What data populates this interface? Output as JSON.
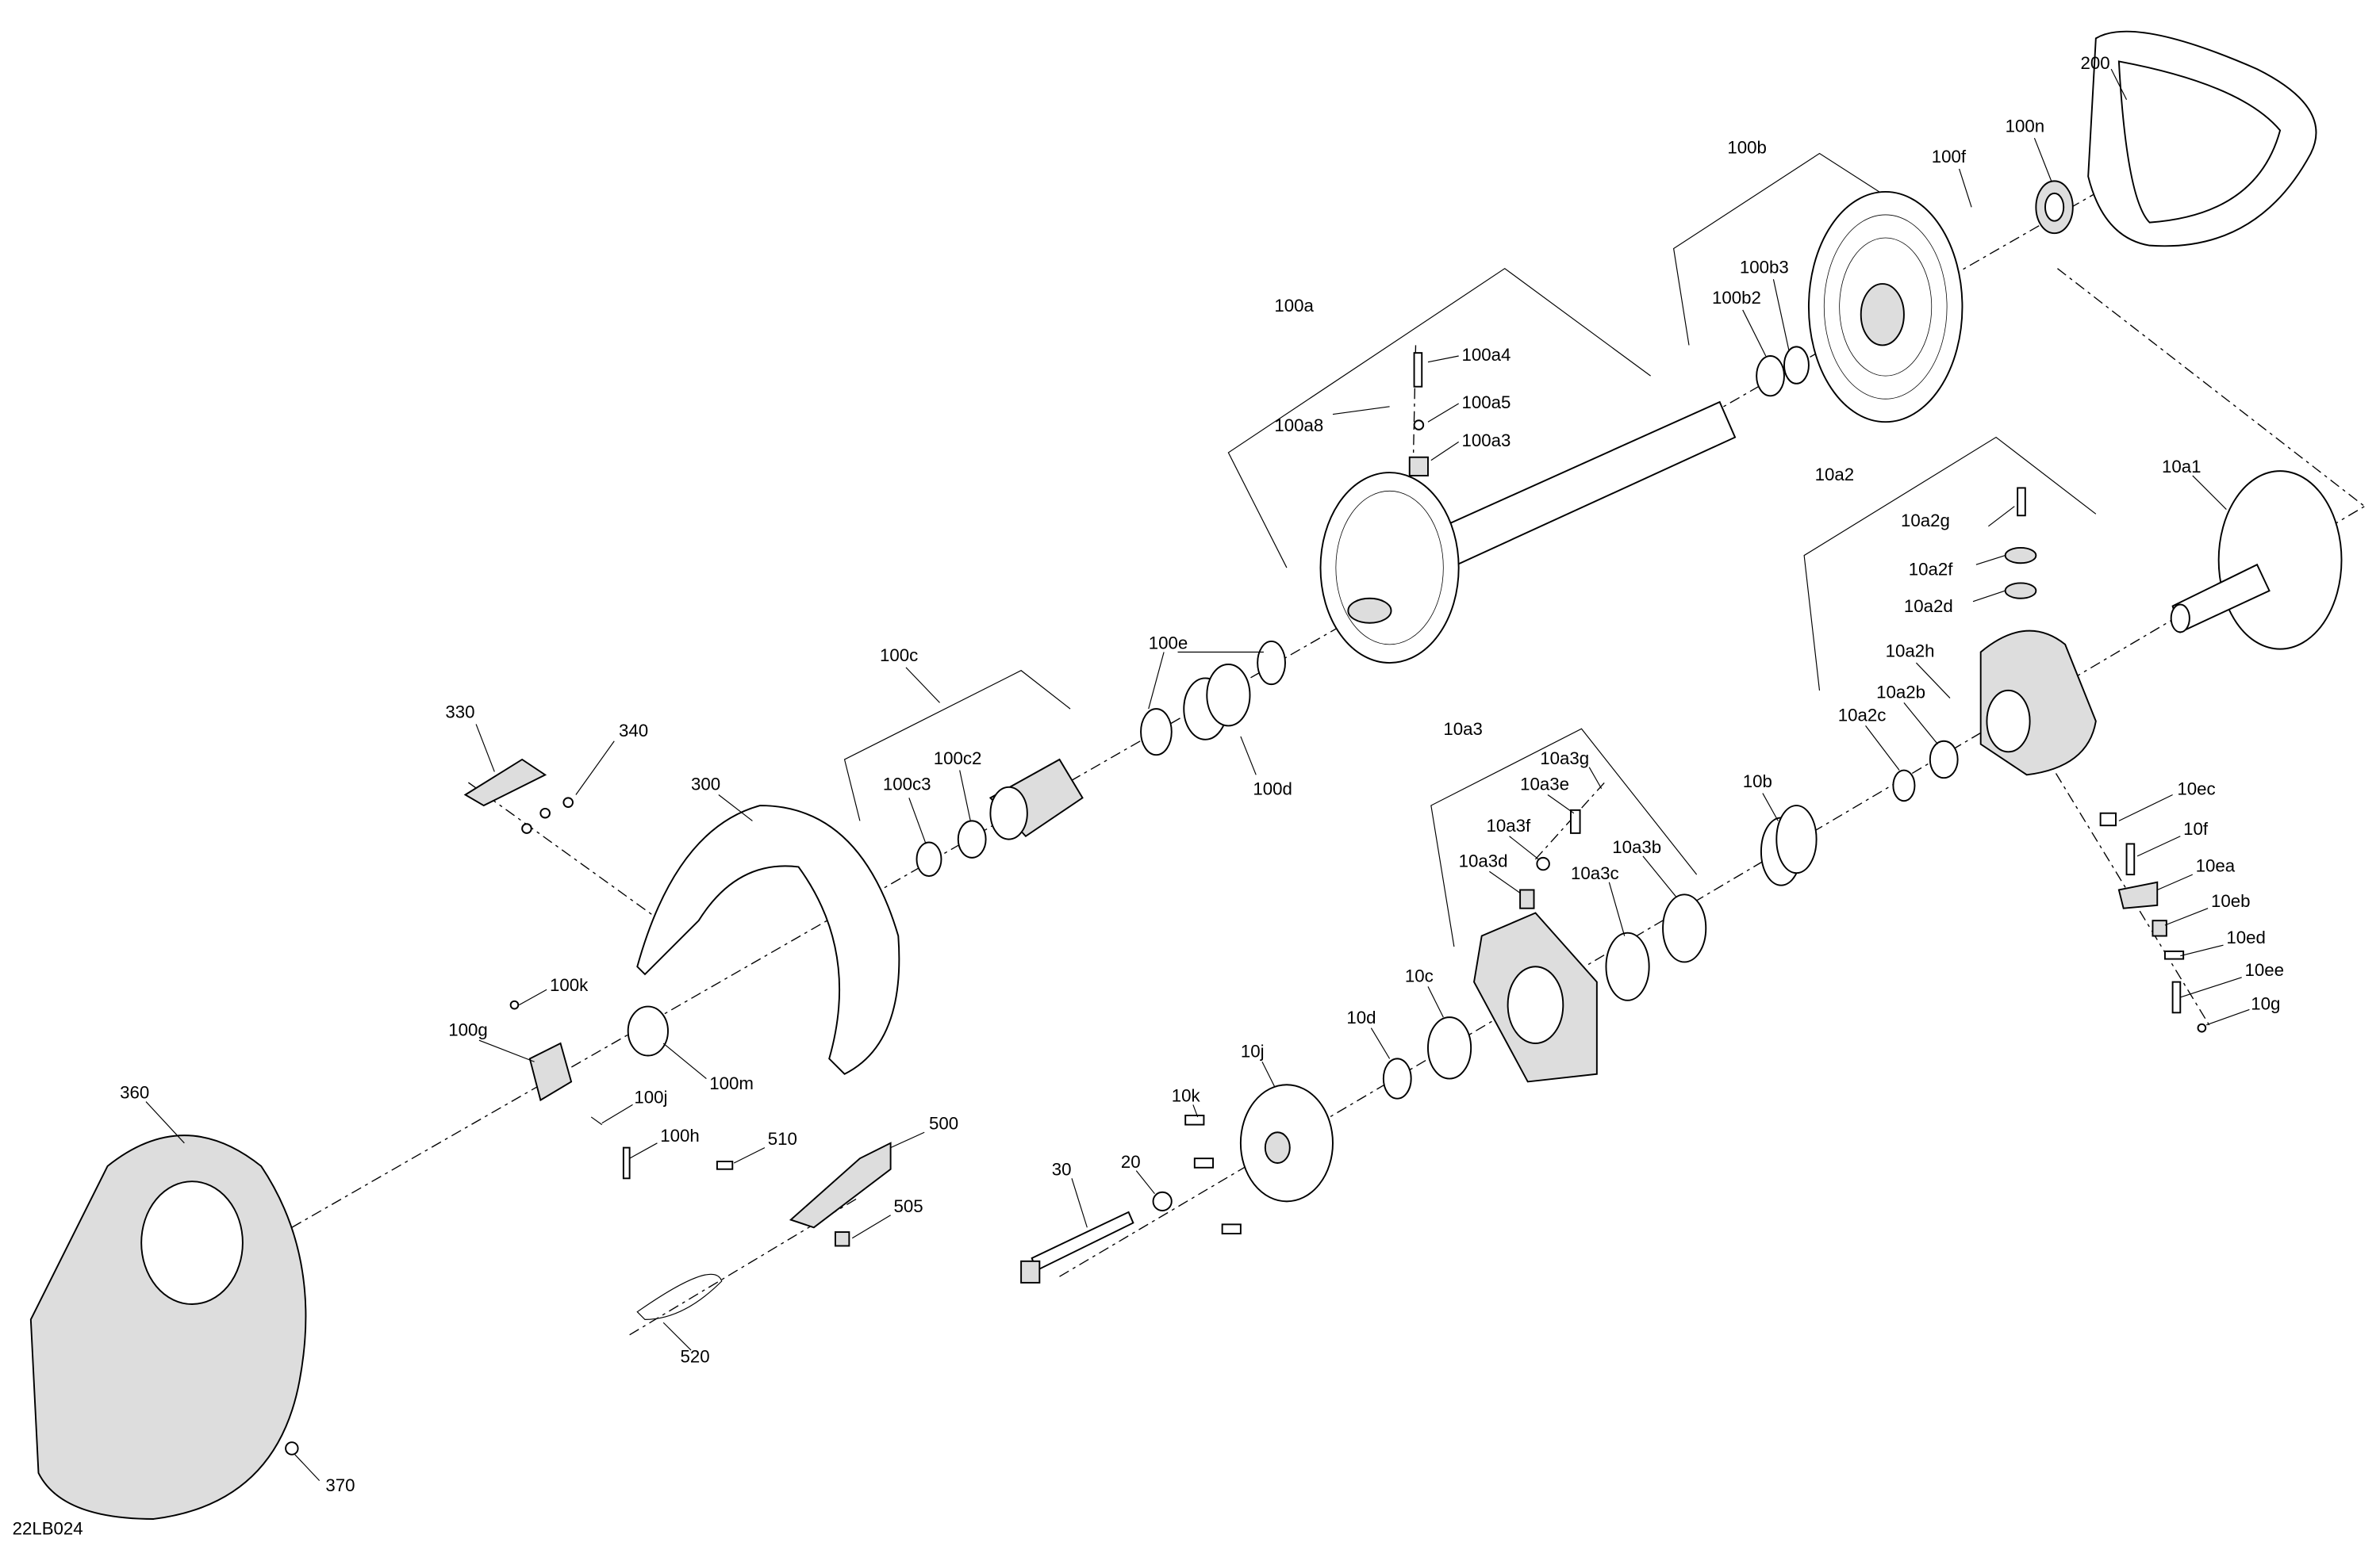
{
  "diagram_id": "22LB024",
  "labels": [
    "200",
    "100n",
    "100f",
    "100b",
    "100b3",
    "100b2",
    "100a",
    "100a4",
    "100a8",
    "100a5",
    "100a3",
    "10a1",
    "10a2",
    "10a2g",
    "10a2f",
    "10a2d",
    "10a2h",
    "10a2b",
    "10a2c",
    "100e",
    "100c",
    "10ec",
    "10f",
    "10ea",
    "10eb",
    "10ed",
    "10ee",
    "10g",
    "10a3",
    "10a3g",
    "10a3e",
    "10a3f",
    "10a3d",
    "10a3b",
    "10a3c",
    "10b",
    "100c2",
    "100c3",
    "100d",
    "330",
    "340",
    "300",
    "100k",
    "100g",
    "100m",
    "100j",
    "100h",
    "360",
    "510",
    "500",
    "505",
    "520",
    "370",
    "10c",
    "10d",
    "10j",
    "10k",
    "20",
    "30"
  ]
}
